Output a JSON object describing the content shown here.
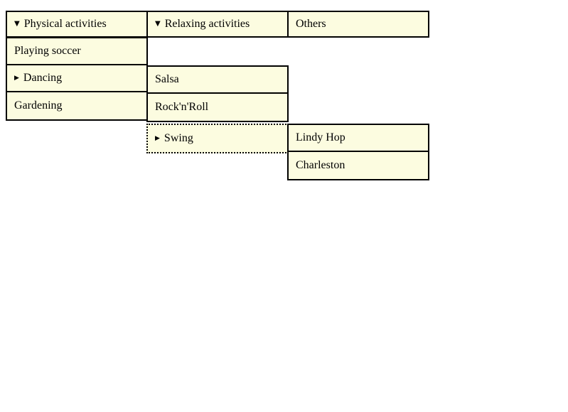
{
  "colors": {
    "item_bg": "#FCFCE0",
    "border": "#000000",
    "focus_outline_style": "dotted",
    "page_bg": "#FFFFFF"
  },
  "icons": {
    "dropdown_arrow": "▼",
    "submenu_arrow": "▶"
  },
  "menubar": {
    "items": [
      {
        "label": "Physical activities",
        "has_dropdown": true,
        "expanded": true
      },
      {
        "label": "Relaxing activities",
        "has_dropdown": true,
        "expanded": false
      },
      {
        "label": "Others",
        "has_dropdown": false,
        "expanded": false
      }
    ]
  },
  "menus": {
    "physical_activities": {
      "items": [
        {
          "label": "Playing soccer",
          "has_submenu": false
        },
        {
          "label": "Dancing",
          "has_submenu": true
        },
        {
          "label": "Gardening",
          "has_submenu": false
        }
      ]
    },
    "dancing_submenu": {
      "items": [
        {
          "label": "Salsa",
          "has_submenu": false
        },
        {
          "label": "Rock'n'Roll",
          "has_submenu": false
        },
        {
          "label": "Swing",
          "has_submenu": true,
          "focused": true
        }
      ]
    },
    "swing_submenu": {
      "items": [
        {
          "label": "Lindy Hop",
          "has_submenu": false
        },
        {
          "label": "Charleston",
          "has_submenu": false
        }
      ]
    }
  }
}
